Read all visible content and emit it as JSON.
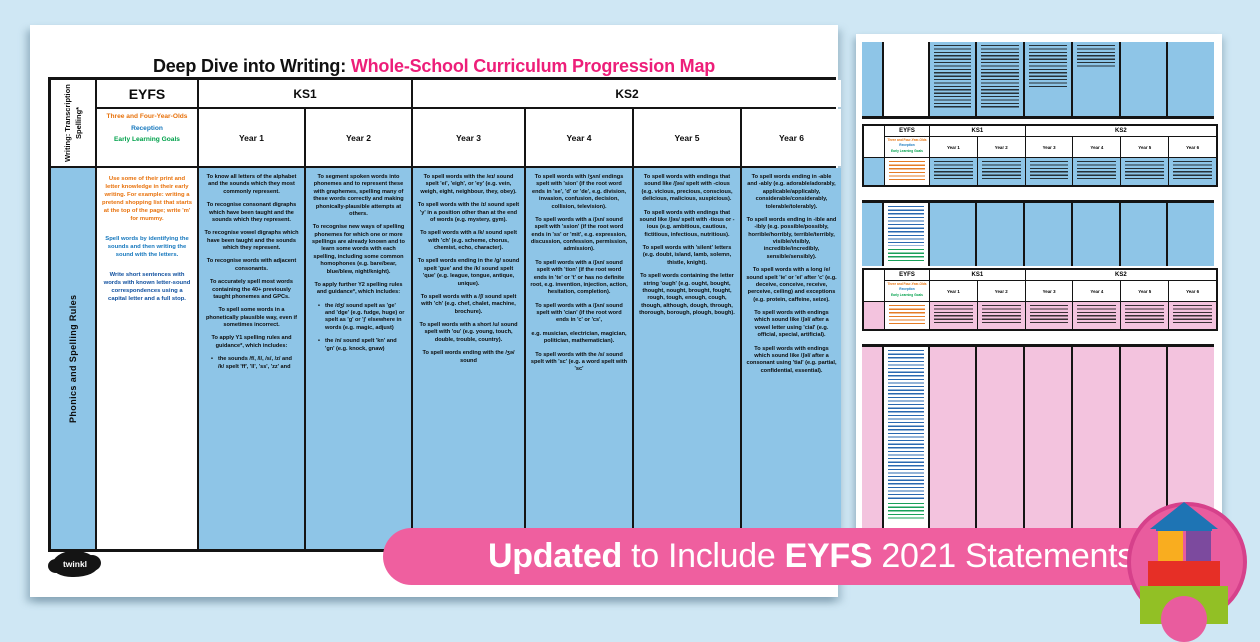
{
  "doc": {
    "title_black": "Deep Dive into Writing:",
    "title_pink": "Whole-School Curriculum Progression Map"
  },
  "banner": {
    "part1": "Updated",
    "part2": " to Include ",
    "part3": "EYFS",
    "part4": " 2021 Statements"
  },
  "logo": {
    "brand": "twinkl"
  },
  "colors": {
    "accent_pink": "#ED1E79",
    "banner_pink": "#EF5F9F",
    "cell_blue": "#8EC5E7",
    "cell_pink": "#F3C3DE",
    "eyfs_orange": "#E8720C",
    "reception_blue": "#1577BD",
    "elg_green": "#00A14B"
  },
  "table": {
    "side_header": "Writing: Transcription Spelling*",
    "row_label": "Phonics and Spelling Rules",
    "stage_headers": {
      "eyfs": "EYFS",
      "ks1": "KS1",
      "ks2": "KS2"
    },
    "eyfs_sublabels": [
      {
        "text": "Three and Four-Year-Olds",
        "color": "#E8720C"
      },
      {
        "text": "Reception",
        "color": "#1577BD"
      },
      {
        "text": "Early Learning Goals",
        "color": "#00A14B"
      }
    ],
    "year_headers": [
      "Year 1",
      "Year 2",
      "Year 3",
      "Year 4",
      "Year 5",
      "Year 6"
    ],
    "eyfs_column": [
      {
        "text": "Use some of their print and letter knowledge in their early writing. For example: writing a pretend shopping list that starts at the top of the page; write 'm' for mummy.",
        "color": "#E8720C"
      },
      {
        "text": "Spell words by identifying the sounds and then writing the sound with the letters.",
        "color": "#1577BD"
      },
      {
        "text": "Write short sentences with words with known letter-sound correspondences using a capital letter and a full stop.",
        "color": "#0F4F9E"
      }
    ],
    "columns": {
      "year1": [
        "To know all letters of the alphabet and the sounds which they most commonly represent.",
        "To recognise consonant digraphs which have been taught and the sounds which they represent.",
        "To recognise vowel digraphs which have been taught and the sounds which they represent.",
        "To recognise words with adjacent consonants.",
        "To accurately spell most words containing the 40+ previously taught phonemes and GPCs.",
        "To spell some words in a phonetically plausible way, even if sometimes incorrect.",
        "To apply Y1 spelling rules and guidance*, which includes:",
        {
          "text": "the sounds /f/, /l/, /s/, /z/ and /k/ spelt 'ff', 'll', 'ss', 'zz' and",
          "bullet": true
        }
      ],
      "year2": [
        "To segment spoken words into phonemes and to represent these with graphemes, spelling many of these words correctly and making phonically-plausible attempts at others.",
        "To recognise new ways of spelling phonemes for which one or more spellings are already known and to learn some words with each spelling, including some common homophones (e.g. bare/bear, blue/blew, night/knight).",
        "To apply further Y2 spelling rules and guidance*, which includes:",
        {
          "text": "the /dʒ/ sound spelt as 'ge' and 'dge' (e.g. fudge, huge) or spelt as 'g' or 'j' elsewhere in words (e.g. magic, adjust)",
          "bullet": true
        },
        {
          "text": "the /n/ sound spelt 'kn' and 'gn' (e.g. knock, gnaw)",
          "bullet": true
        }
      ],
      "year3": [
        "To spell words with the /eɪ/ sound spelt 'ei', 'eigh', or 'ey' (e.g. vein, weigh, eight, neighbour, they, obey).",
        "To spell words with the /ɪ/ sound spelt 'y' in a position other than at the end of words (e.g. mystery, gym).",
        "To spell words with a /k/ sound spelt with 'ch' (e.g. scheme, chorus, chemist, echo, character).",
        "To spell words ending in the /g/ sound spelt 'gue' and the /k/ sound spelt 'que' (e.g. league, tongue, antique, unique).",
        "To spell words with a /ʃ/ sound spelt with 'ch' (e.g. chef, chalet, machine, brochure).",
        "To spell words with a short /u/ sound spelt with 'ou' (e.g. young, touch, double, trouble, country).",
        "To spell words ending with the /ʒə/ sound"
      ],
      "year4": [
        "To spell words with /ʒʌn/ endings spelt with 'sion' (if the root word ends in 'se', 'd' or 'de', e.g. division, invasion, confusion, decision, collision, television).",
        "To spell words with a /ʃʌn/ sound spelt with 'ssion' (if the root word ends in 'ss' or 'mit', e.g. expression, discussion, confession, permission, admission).",
        "To spell words with a /ʃʌn/ sound spelt with 'tion' (if the root word ends in 'te' or 't' or has no definite root, e.g. invention, injection, action, hesitation, completion).",
        "To spell words with a /ʃʌn/ sound spelt with 'cian' (if the root word ends in 'c' or 'cs',",
        "e.g. musician, electrician, magician, politician, mathematician).",
        "To spell words with the /s/ sound spelt with 'sc' (e.g. a word spelt with 'sc'"
      ],
      "year5": [
        "To spell words with endings that sound like /ʃəs/ spelt with -cious (e.g. vicious, precious, conscious, delicious, malicious, suspicious).",
        "To spell words with endings that sound like /ʃəs/ spelt with -tious or -ious (e.g. ambitious, cautious, fictitious, infectious, nutritious).",
        "To spell words with 'silent' letters (e.g. doubt, island, lamb, solemn, thistle, knight).",
        "To spell words containing the letter string 'ough' (e.g. ought, bought, thought, nought, brought, fought, rough, tough, enough, cough, though, although, dough, through, thorough, borough, plough, bough)."
      ],
      "year6": [
        "To spell words ending in -able and -ably (e.g. adorable/adorably, applicable/applicably, considerable/considerably, tolerable/tolerably).",
        "To spell words ending in -ible and -ibly (e.g. possible/possibly, horrible/horribly, terrible/terribly, visible/visibly, incredible/incredibly, sensible/sensibly).",
        "To spell words with a long /e/ sound spelt 'ie' or 'ei' after 'c' (e.g. deceive, conceive, receive, perceive, ceiling) and exceptions (e.g. protein, caffeine, seize).",
        "To spell words with endings which sound like /ʃəl/ after a vowel letter using 'cial' (e.g. official, special, artificial).",
        "To spell words with endings which sound like /ʃəl/ after a consonant using 'tial' (e.g. partial, confidential, essential)."
      ]
    }
  }
}
